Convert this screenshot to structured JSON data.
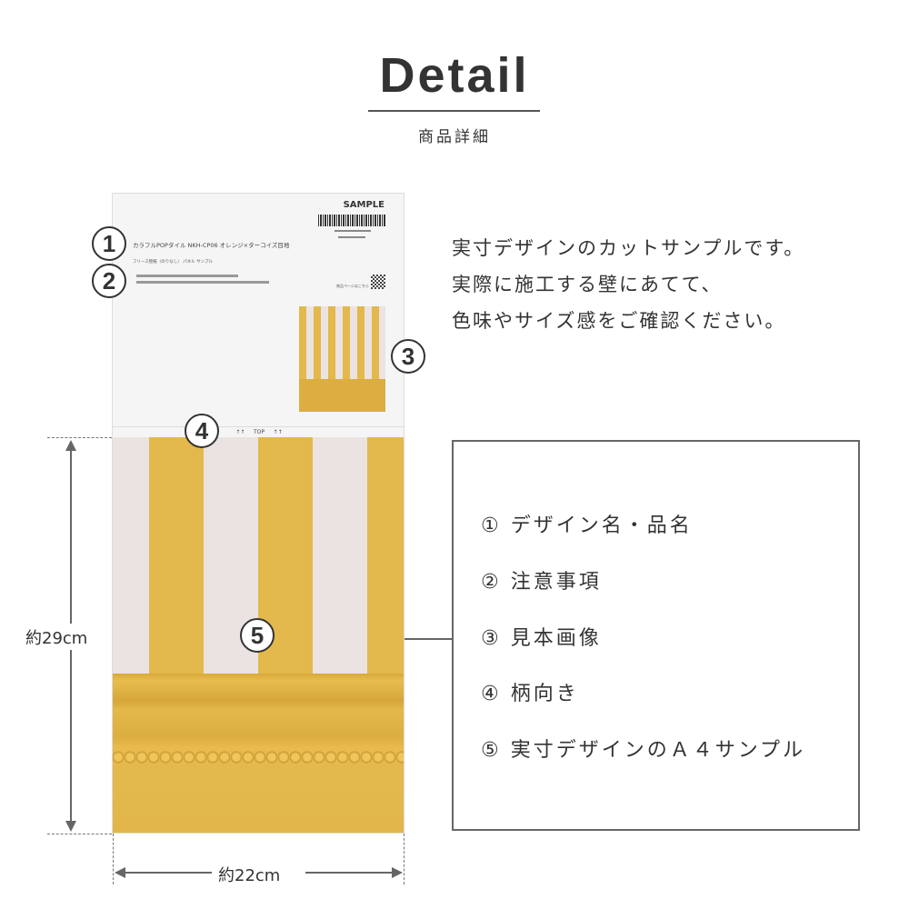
{
  "header": {
    "title": "Detail",
    "subtitle": "商品詳細"
  },
  "sample": {
    "label": "SAMPLE",
    "product_name": "カラフルPOPタイル NKH-CP06 オレンジ×ターコイズ目地",
    "product_type": "フリース壁紙（のりなし） パネル サンプル",
    "qr_text": "商品ページはこちら",
    "top_label": "TOP",
    "arrows": "↑↑"
  },
  "markers": [
    "1",
    "2",
    "3",
    "4",
    "5"
  ],
  "description": [
    "実寸デザインのカットサンプルです。",
    "実際に施工する壁にあてて、",
    "色味やサイズ感をご確認ください。"
  ],
  "legend": [
    "① デザイン名・品名",
    "② 注意事項",
    "③ 見本画像",
    "④ 柄向き",
    "⑤ 実寸デザインのＡ４サンプル"
  ],
  "dimensions": {
    "height": "約29cm",
    "width": "約22cm"
  },
  "colors": {
    "stripe_yellow": "#e3b84c",
    "stripe_pink": "#ebe3e1"
  }
}
